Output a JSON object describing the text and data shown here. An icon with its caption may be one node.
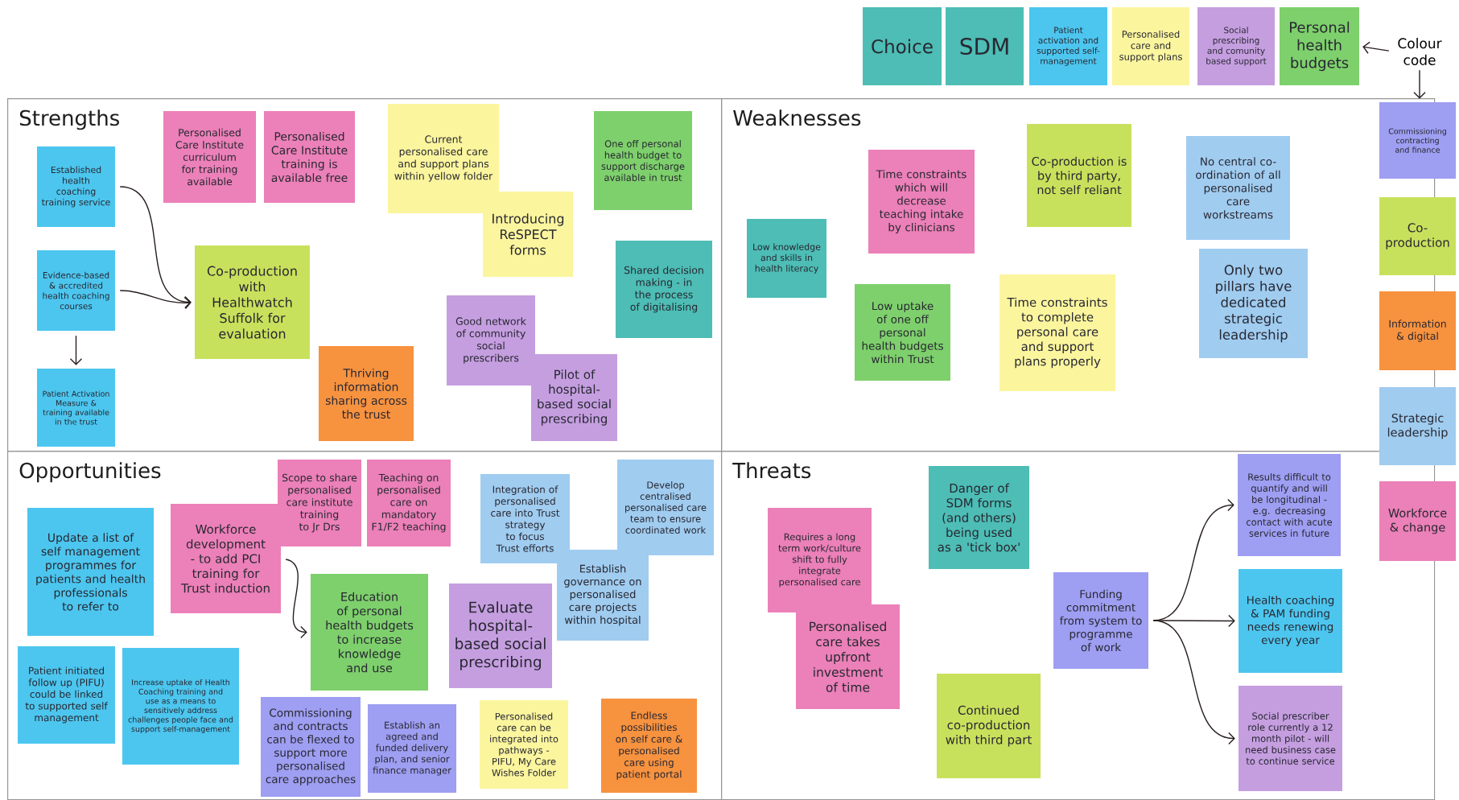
{
  "diagram": {
    "nodes": [
      {
        "text": [
          "Choice"
        ]
      },
      {
        "text": [
          "SDM"
        ]
      },
      {
        "text": [
          "Patient activation and supported self-management"
        ]
      },
      {
        "text": [
          "Personalised care and support plans"
        ]
      },
      {
        "text": [
          "Social prescribing and comunity based support"
        ]
      },
      {
        "text": [
          "Personal health budgets"
        ]
      },
      {
        "text": [
          "Colour code"
        ]
      },
      {
        "text": [
          "Strengths"
        ]
      },
      {
        "text": [
          "Established health coaching training service"
        ],
        "in": 7
      },
      {
        "text": [
          "Evidence-based & accredited health coaching courses"
        ],
        "in": 7
      },
      {
        "text": [
          "Patient Activation Measure & training available in the trust"
        ],
        "in": 7
      },
      {
        "text": [
          "Personalised Care Institute curriculum for training available"
        ],
        "in": 7
      },
      {
        "text": [
          "Personalised Care Institute training is available free"
        ],
        "in": 7
      },
      {
        "text": [
          "Current personalised care and support plans within yellow folder"
        ],
        "in": 7
      },
      {
        "text": [
          "Introducing ReSPECT forms"
        ],
        "in": 7
      },
      {
        "text": [
          "One off personal health budget to support discharge available in trust"
        ],
        "in": 7
      },
      {
        "text": [
          "Co-production with Healthwatch Suffolk for evaluation"
        ],
        "in": 7
      },
      {
        "text": [
          "Shared decision making - in the process of digitalising"
        ],
        "in": 7
      },
      {
        "text": [
          "Good network of community social prescribers"
        ],
        "in": 7
      },
      {
        "text": [
          "Thriving information sharing across the trust"
        ],
        "in": 7
      },
      {
        "text": [
          "Pilot of hospital-based social prescribing"
        ],
        "in": 7
      },
      {
        "text": [
          "Weaknesses"
        ]
      },
      {
        "text": [
          "Low knowledge and skills in health literacy"
        ],
        "in": 21
      },
      {
        "text": [
          "Time constraints which will decrease teaching intake by clinicians"
        ],
        "in": 21
      },
      {
        "text": [
          "Co-production is by third party, not self reliant"
        ],
        "in": 21
      },
      {
        "text": [
          "Low uptake of one off personal health budgets within Trust"
        ],
        "in": 21
      },
      {
        "text": [
          "No central co-ordination of all personalised care workstreams"
        ],
        "in": 21
      },
      {
        "text": [
          "Time constraints to complete personal care and support plans properly"
        ],
        "in": 21
      },
      {
        "text": [
          "Only two pillars have dedicated strategic leadership"
        ],
        "in": 21
      },
      {
        "text": [
          "Opportunities"
        ]
      },
      {
        "text": [
          "Update a list of self management programmes for patients and health professionals to refer to"
        ],
        "in": 29
      },
      {
        "text": [
          "Workforce development - to add PCI training for Trust induction"
        ],
        "in": 29
      },
      {
        "text": [
          "Scope to share personalised care institute training to Jr Drs"
        ],
        "in": 29
      },
      {
        "text": [
          "Teaching on personalised care on mandatory F1/F2 teaching"
        ],
        "in": 29
      },
      {
        "text": [
          "Integration of personalised care into Trust strategy to focus Trust efforts"
        ],
        "in": 29
      },
      {
        "text": [
          "Develop centralised personalised care team to ensure coordinated work"
        ],
        "in": 29
      },
      {
        "text": [
          "Establish governance on personalised care projects within hospital"
        ],
        "in": 29
      },
      {
        "text": [
          "Education of personal health budgets to increase knowledge and use"
        ],
        "in": 29
      },
      {
        "text": [
          "Evaluate hospital-based social prescribing"
        ],
        "in": 29
      },
      {
        "text": [
          "Patient initiated follow up (PIFU) could be linked to supported self management"
        ],
        "in": 29
      },
      {
        "text": [
          "Increase uptake of Health Coaching training and use as a means to sensitively address challenges people face and support self-management"
        ],
        "in": 29
      },
      {
        "text": [
          "Commissioning and contracts can be flexed to support more personalised care approaches"
        ],
        "in": 29
      },
      {
        "text": [
          "Establish an agreed and funded delivery plan, and senior finance manager"
        ],
        "in": 29
      },
      {
        "text": [
          "Personalised care can be integrated into pathways - PIFU, My Care Wishes Folder"
        ],
        "in": 29
      },
      {
        "text": [
          "Endless possibilities on self care & personalised care using patient portal"
        ],
        "in": 29
      },
      {
        "text": [
          "Threats"
        ]
      },
      {
        "text": [
          "Requires a long term work/culture shift to fully integrate personalised care"
        ],
        "in": 45
      },
      {
        "text": [
          "Danger of SDM forms (and others) being used as a 'tick box'"
        ],
        "in": 45
      },
      {
        "text": [
          "Personalised care takes upfront investment of time"
        ],
        "in": 45
      },
      {
        "text": [
          "Funding commitment from system to programme of work"
        ],
        "in": 45
      },
      {
        "text": [
          "Continued co-production with third part"
        ],
        "in": 45
      },
      {
        "text": [
          "Results difficult to quantify and will be longitudinal - e.g. decreasing contact with acute services in future"
        ],
        "in": 45
      },
      {
        "text": [
          "Health coaching & PAM funding needs renewing every year"
        ],
        "in": 45
      },
      {
        "text": [
          "Social prescriber role currently a 12 month pilot - will need business case to continue service"
        ],
        "in": 45
      },
      {
        "text": [
          "Commissioning contracting and finance"
        ]
      },
      {
        "text": [
          "Co-production"
        ]
      },
      {
        "text": [
          "Information & digital"
        ]
      },
      {
        "text": [
          "Strategic leadership"
        ]
      },
      {
        "text": [
          "Workforce & change"
        ]
      }
    ],
    "edges": [
      {
        "from": 6,
        "to": 5,
        "arrow": "to"
      },
      {
        "from": 6,
        "to": 54,
        "arrow": "to"
      },
      {
        "from": 8,
        "to": 16,
        "arrow": "to"
      },
      {
        "from": 9,
        "to": 16,
        "arrow": "to"
      },
      {
        "from": 9,
        "to": 10,
        "arrow": "to"
      },
      {
        "from": 31,
        "to": 37,
        "arrow": "to"
      },
      {
        "from": 49,
        "to": 51,
        "arrow": "to"
      },
      {
        "from": 49,
        "to": 52,
        "arrow": "to"
      },
      {
        "from": 49,
        "to": 53,
        "arrow": "to"
      }
    ]
  }
}
